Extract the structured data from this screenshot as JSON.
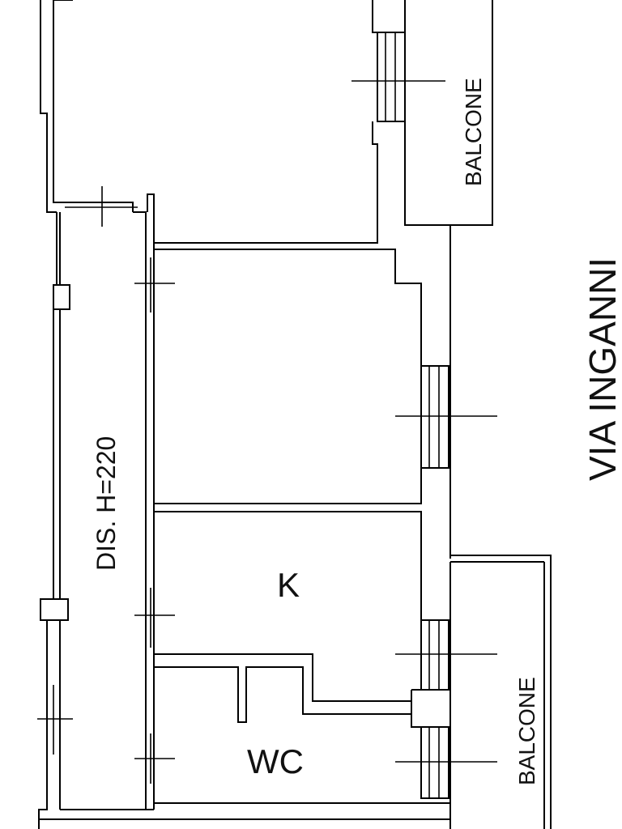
{
  "labels": {
    "balcony_top": "BALCONE",
    "balcony_bottom": "BALCONE",
    "street": "VIA INGANNI",
    "corridor": "DIS. H=220",
    "kitchen": "K",
    "bathroom": "WC"
  },
  "colors": {
    "ink": "#000000",
    "background": "#ffffff"
  }
}
